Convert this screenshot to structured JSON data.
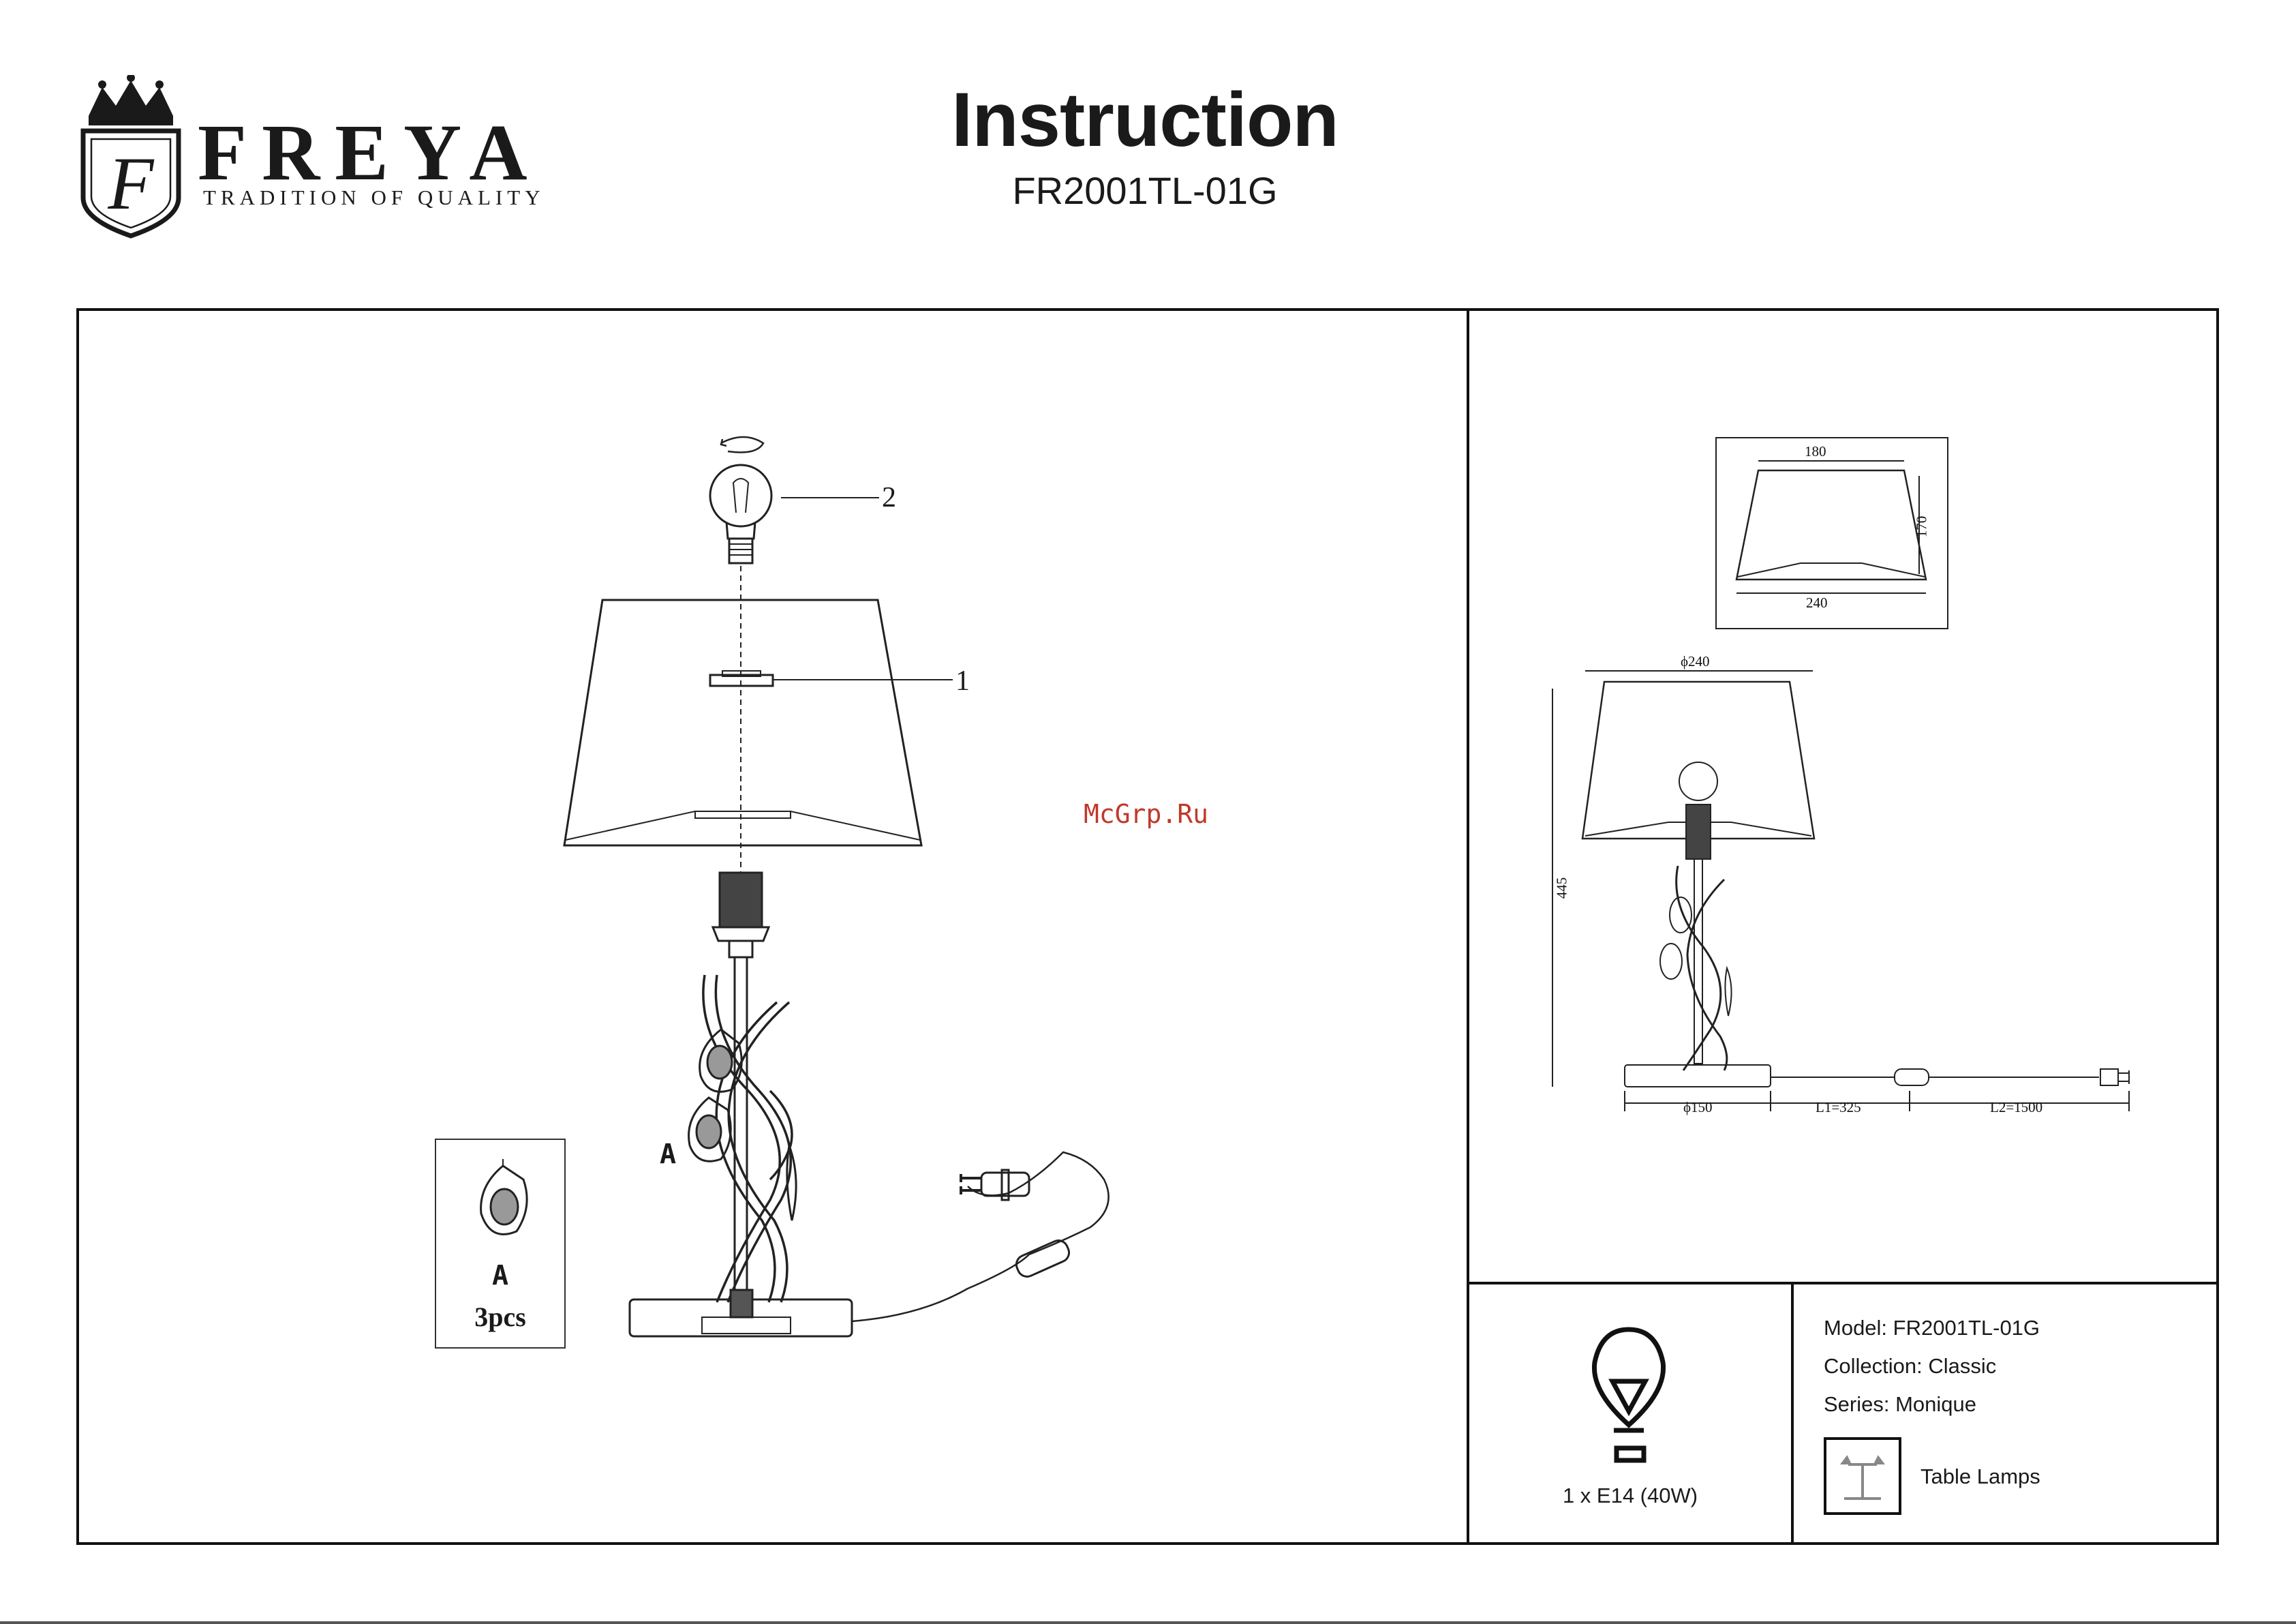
{
  "header": {
    "brand": "FREYA",
    "tagline": "TRADITION OF QUALITY",
    "title": "Instruction",
    "model_code": "FR2001TL-01G"
  },
  "watermark": "McGrp.Ru",
  "assembly": {
    "callouts": {
      "shade_ring": "1",
      "bulb": "2",
      "crystal": "A"
    },
    "parts_box": {
      "letter": "A",
      "quantity": "3pcs"
    }
  },
  "dimensions": {
    "shade_top": "180",
    "shade_height": "170",
    "shade_bottom": "240",
    "lamp_diameter": "ϕ240",
    "lamp_height": "445",
    "base_diameter": "ϕ150",
    "cord_l1": "L1=325",
    "cord_l2": "L2=1500"
  },
  "bulb": {
    "spec": "1 x E14 (40W)",
    "icon": "bulb-icon"
  },
  "product": {
    "model": "Model: FR2001TL-01G",
    "collection": "Collection: Classic",
    "series": "Series: Monique",
    "type": "Table Lamps",
    "type_icon": "table-lamp-icon"
  }
}
